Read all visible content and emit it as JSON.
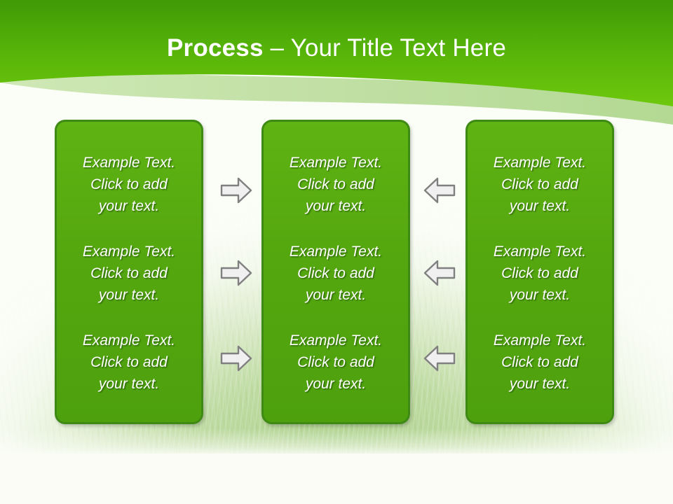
{
  "slide": {
    "title": {
      "strong": "Process",
      "rest": " – Your Title Text Here"
    },
    "theme": {
      "header_green_top": "#3f9a06",
      "header_green_bottom": "#6ec80d",
      "swoosh_light_green": "#c6e2a8",
      "box_fill": "#55a70f",
      "box_border": "#3f8a15",
      "text_white": "#ffffff",
      "arrow_fill": "#f0f0f0",
      "arrow_stroke": "#808080",
      "page_background": "#fbfdf7"
    },
    "columns": [
      {
        "id": "column-1",
        "blocks": [
          "Example Text.\nClick  to add\nyour text.",
          "Example Text.\nClick  to add\nyour text.",
          "Example Text.\nClick  to add\nyour text."
        ]
      },
      {
        "id": "column-2",
        "blocks": [
          "Example Text.\nClick  to add\nyour text.",
          "Example Text.\nClick  to add\nyour text.",
          "Example Text.\nClick  to add\nyour text."
        ]
      },
      {
        "id": "column-3",
        "blocks": [
          "Example Text.\nClick  to add\nyour text.",
          "Example Text.\nClick  to add\nyour text.",
          "Example Text.\nClick  to add\nyour text."
        ]
      }
    ],
    "connectors": [
      {
        "id": "connector-1-1",
        "direction": "right",
        "icon": "arrow-right-icon"
      },
      {
        "id": "connector-1-2",
        "direction": "right",
        "icon": "arrow-right-icon"
      },
      {
        "id": "connector-1-3",
        "direction": "right",
        "icon": "arrow-right-icon"
      },
      {
        "id": "connector-2-1",
        "direction": "left",
        "icon": "arrow-left-icon"
      },
      {
        "id": "connector-2-2",
        "direction": "left",
        "icon": "arrow-left-icon"
      },
      {
        "id": "connector-2-3",
        "direction": "left",
        "icon": "arrow-left-icon"
      }
    ],
    "decor": {
      "header_band": "green-header-band",
      "swoosh": "light-green-swoosh-curve",
      "background_image": "faded-grass-field"
    }
  }
}
